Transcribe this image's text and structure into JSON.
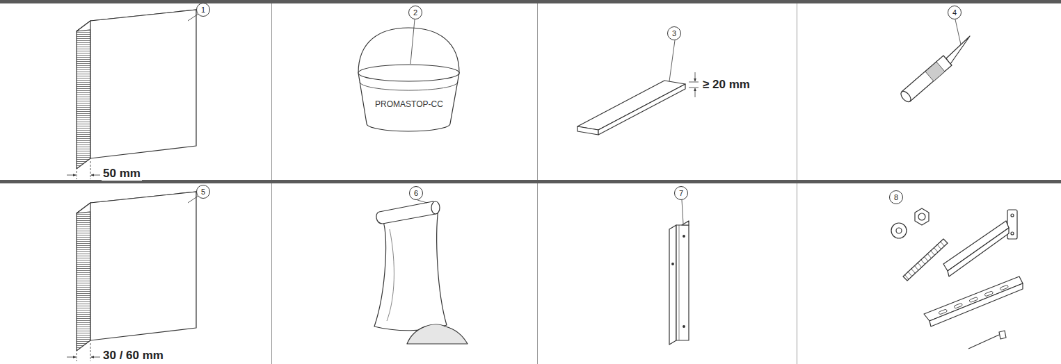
{
  "diagram": {
    "labels": [
      "1",
      "50 mm",
      "2",
      "PROMASTOP-CC",
      "3",
      "≥ 20 mm",
      "4",
      "5",
      "30 / 60 mm",
      "6",
      "7",
      "8"
    ]
  }
}
